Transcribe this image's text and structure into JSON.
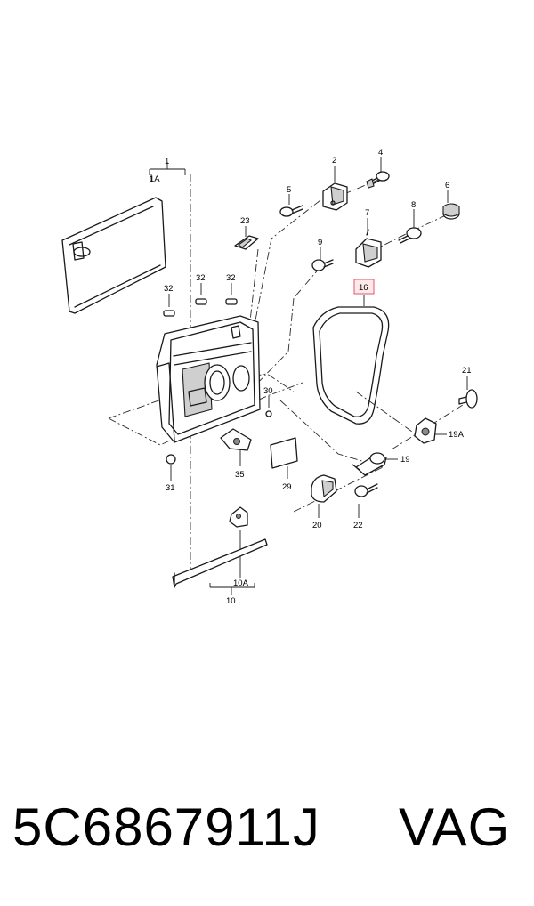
{
  "diagram": {
    "callouts": {
      "c1": "1",
      "c1a": "1A",
      "c2": "2",
      "c4": "4",
      "c5": "5",
      "c6": "6",
      "c7": "7",
      "c8": "8",
      "c9": "9",
      "c10": "10",
      "c10a": "10A",
      "c16": "16",
      "c19": "19",
      "c19a": "19A",
      "c20": "20",
      "c21": "21",
      "c22": "22",
      "c23": "23",
      "c29": "29",
      "c30": "30",
      "c31": "31",
      "c32a": "32",
      "c32b": "32",
      "c32c": "32",
      "c35": "35"
    },
    "highlighted_callout": "16",
    "highlight_color": "#e05a6a"
  },
  "footer": {
    "part_number": "5C6867911J",
    "brand": "VAG"
  }
}
